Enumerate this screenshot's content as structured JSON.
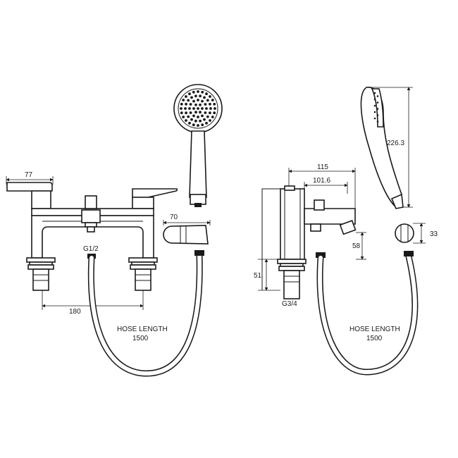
{
  "front_view": {
    "dim_width_handle": "77",
    "dim_bracket_width": "70",
    "dim_centres": "180",
    "thread_label": "G1/2",
    "hose_label_line1": "HOSE LENGTH",
    "hose_label_line2": "1500"
  },
  "side_view": {
    "dim_total_depth": "115",
    "dim_spout_depth": "101.6",
    "dim_spout_height": "58",
    "dim_body_height": "51",
    "dim_handset_length": "226.3",
    "dim_bracket_diameter": "33",
    "thread_label": "G3/4",
    "hose_label_line1": "HOSE LENGTH",
    "hose_label_line2": "1500"
  }
}
